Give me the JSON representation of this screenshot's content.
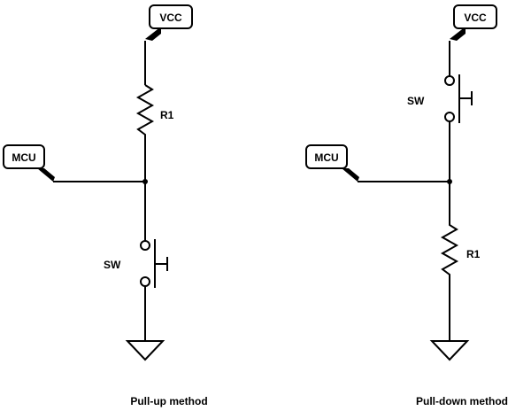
{
  "circuits": {
    "pullup": {
      "vcc_label": "VCC",
      "mcu_label": "MCU",
      "resistor_label": "R1",
      "switch_label": "SW",
      "caption": "Pull-up method"
    },
    "pulldown": {
      "vcc_label": "VCC",
      "mcu_label": "MCU",
      "resistor_label": "R1",
      "switch_label": "SW",
      "caption": "Pull-down method"
    }
  }
}
